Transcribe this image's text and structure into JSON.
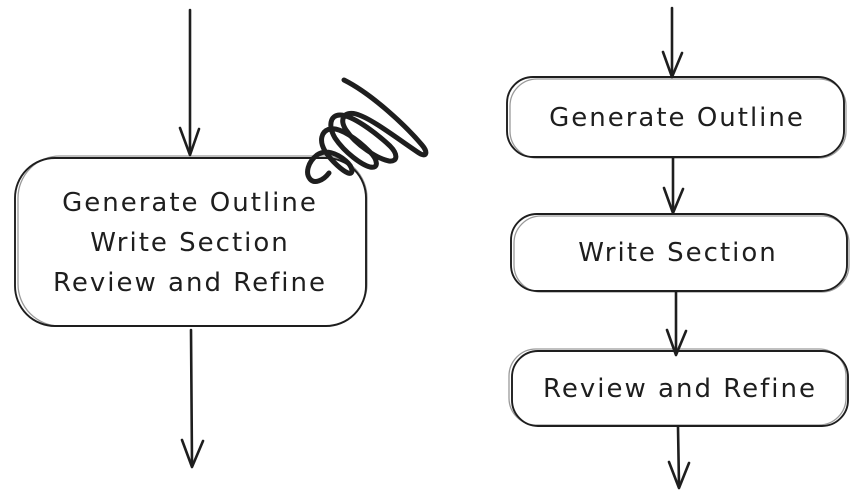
{
  "diagram": {
    "type": "flowchart-comparison",
    "colors": {
      "stroke": "#1e1e1e",
      "background": "#ffffff"
    },
    "left_flow": {
      "description": "single combined process box",
      "box_lines": [
        "Generate Outline",
        "Write Section",
        "Review and Refine"
      ],
      "annotation_icon": "scratch-out-scribble-icon"
    },
    "right_flow": {
      "description": "three separate process boxes chained by arrows",
      "boxes": [
        {
          "label": "Generate Outline"
        },
        {
          "label": "Write Section"
        },
        {
          "label": "Review and Refine"
        }
      ]
    }
  }
}
